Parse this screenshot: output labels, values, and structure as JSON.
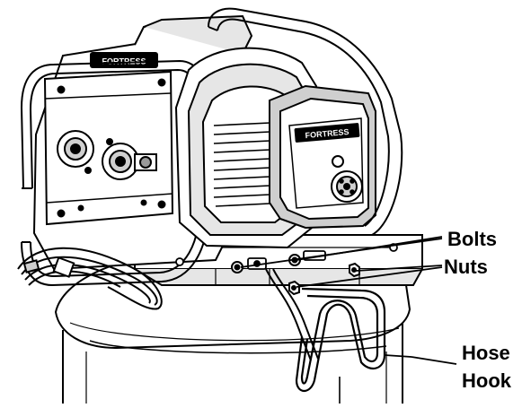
{
  "diagram": {
    "callouts": {
      "bolts": "Bolts",
      "nuts": "Nuts",
      "hose_hook_line1": "Hose",
      "hose_hook_line2": "Hook"
    },
    "brand": {
      "left_logo_text": "FORTRESS",
      "motor_logo_text": "FORTRESS"
    },
    "colors": {
      "ink": "#000000",
      "paper": "#ffffff",
      "shade_light": "#e6e6e6",
      "shade_mid": "#cfcfcf",
      "shade_dark": "#9a9a9a"
    }
  }
}
